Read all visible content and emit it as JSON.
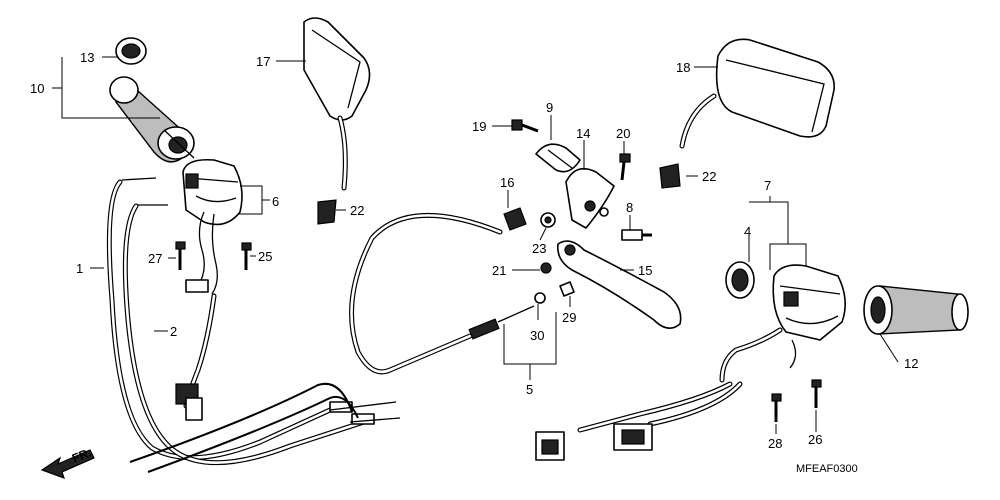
{
  "diagram": {
    "reference_code": "MFEAF0300",
    "front_arrow_label": "FR.",
    "callouts": {
      "c1": "1",
      "c2": "2",
      "c4": "4",
      "c5": "5",
      "c6": "6",
      "c7": "7",
      "c8": "8",
      "c9": "9",
      "c10": "10",
      "c12": "12",
      "c13": "13",
      "c14": "14",
      "c15": "15",
      "c16": "16",
      "c17": "17",
      "c18": "18",
      "c19": "19",
      "c20": "20",
      "c21": "21",
      "c22a": "22",
      "c22b": "22",
      "c23": "23",
      "c25": "25",
      "c26": "26",
      "c27": "27",
      "c28": "28",
      "c29": "29",
      "c30": "30"
    }
  }
}
